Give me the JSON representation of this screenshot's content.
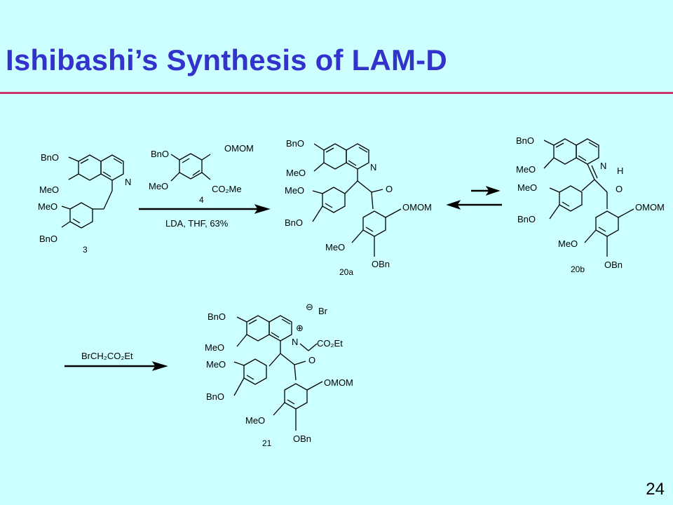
{
  "slide": {
    "title": "Ishibashi’s Synthesis of LAM-D",
    "page_number": "24"
  },
  "scheme": {
    "reagent_1": "LDA, THF, 63%",
    "reagent_2": "BrCH₂CO₂Et",
    "compounds": {
      "c3": "3",
      "c4": "4",
      "c20a": "20a",
      "c20b": "20b",
      "c21": "21"
    },
    "labels": {
      "bno": "BnO",
      "meo": "MeO",
      "obn": "OBn",
      "omom": "OMOM",
      "co2me": "CO₂Me",
      "co2et": "CO₂Et",
      "n": "N",
      "o": "O",
      "h": "H",
      "br": "Br",
      "plus": "⊕",
      "minus": "⊖"
    }
  }
}
